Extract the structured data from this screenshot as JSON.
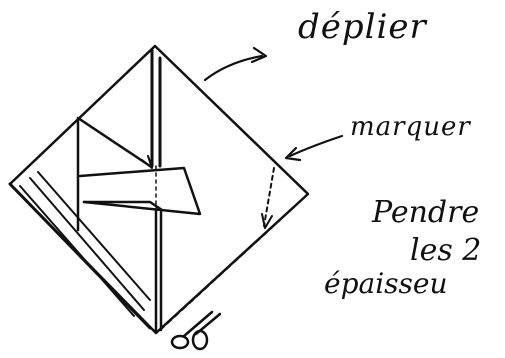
{
  "labels": {
    "deplier": "déplier",
    "marquer": "marquer",
    "prendre": "Pendre",
    "les2": "les 2",
    "epaisseur": "épaisseu"
  },
  "colors": {
    "ink": "#111111",
    "paper": "#ffffff"
  },
  "icons": {
    "scissors": "scissors-icon"
  }
}
